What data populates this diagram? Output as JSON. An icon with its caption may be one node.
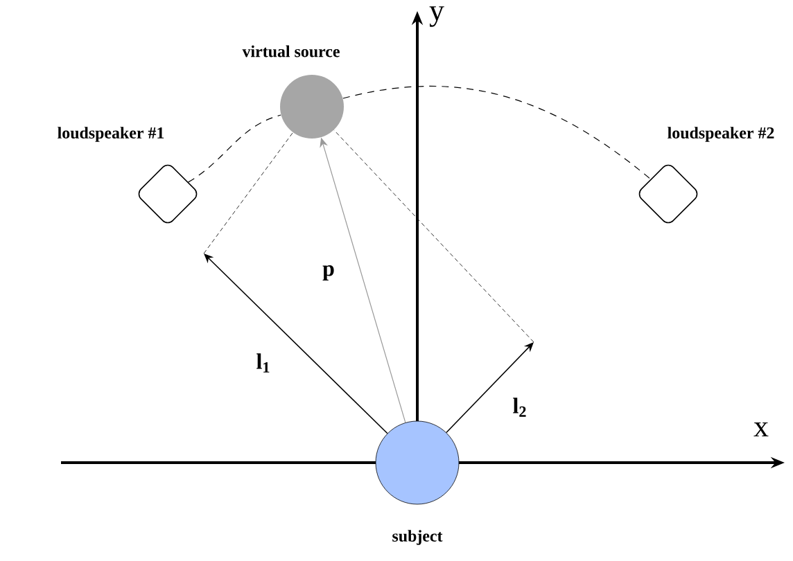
{
  "diagram": {
    "nodes": [
      {
        "text": [
          "loudspeaker #1"
        ]
      },
      {
        "text": [
          "virtual source"
        ]
      },
      {
        "text": [
          "loudspeaker #2"
        ]
      },
      {
        "text": [
          "subject"
        ]
      }
    ],
    "edges": [
      {
        "from": 0,
        "to": 1,
        "arrow": "none",
        "style": "dashed"
      },
      {
        "from": 1,
        "to": 2,
        "arrow": "none",
        "style": "dashed"
      },
      {
        "from": 3,
        "to": 1,
        "arrow": "to",
        "label": "p",
        "color": "#999999"
      },
      {
        "from": 3,
        "to": null,
        "arrow": "to",
        "label": "l$_{1}$"
      },
      {
        "from": 3,
        "to": null,
        "arrow": "to",
        "label": "l$_{2}$"
      },
      {
        "from": null,
        "to": 1,
        "arrow": "none",
        "style": "dashed"
      },
      {
        "from": null,
        "to": 1,
        "arrow": "none",
        "style": "dashed"
      }
    ],
    "labels": [
      "y",
      "x"
    ]
  }
}
